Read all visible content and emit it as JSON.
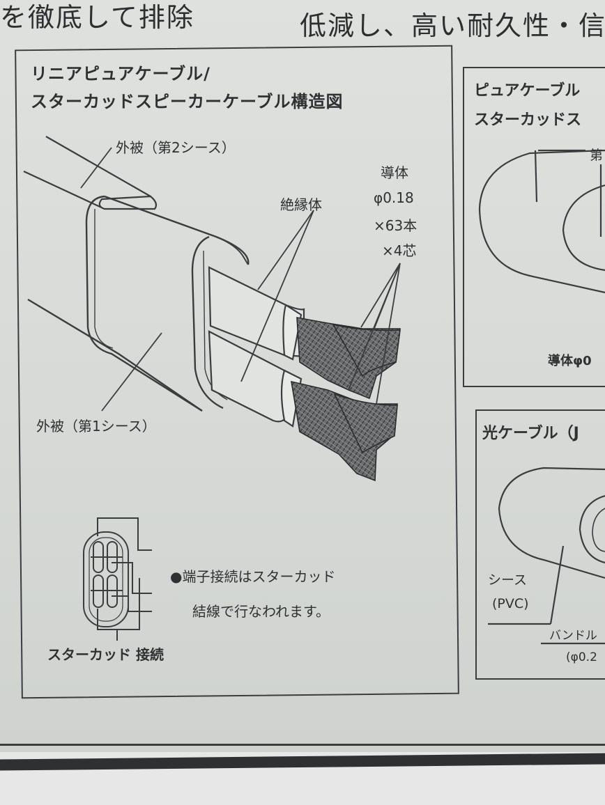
{
  "header": {
    "left_text": "を徹底して排除",
    "right_text": "低減し、高い耐久性・信"
  },
  "main_panel": {
    "title_line1": "リニアピュアケーブル/",
    "title_line2": "スターカッドスピーカーケーブル構造図",
    "outer_sheath_2": "外被（第2シース）",
    "insulator": "絶縁体",
    "conductor": {
      "line1": "導体",
      "line2": "φ0.18",
      "line3": "×63本",
      "line4": "×4芯"
    },
    "outer_sheath_1": "外被（第1シース）",
    "note_line1": "●端子接続はスターカッド",
    "note_line2": "結線で行なわれます。",
    "star_quad_label": "スターカッド 接続"
  },
  "top_right_panel": {
    "title_line1": "ピュアケーブル",
    "title_line2": "スターカッドス",
    "fragment": "第",
    "conductor_fragment": "導体φ0"
  },
  "bottom_right_panel": {
    "title": "光ケーブル（J",
    "sheath_line1": "シース",
    "sheath_line2": "(PVC)",
    "bundle": "バンドル",
    "bundle_dim": "(φ0.2"
  }
}
